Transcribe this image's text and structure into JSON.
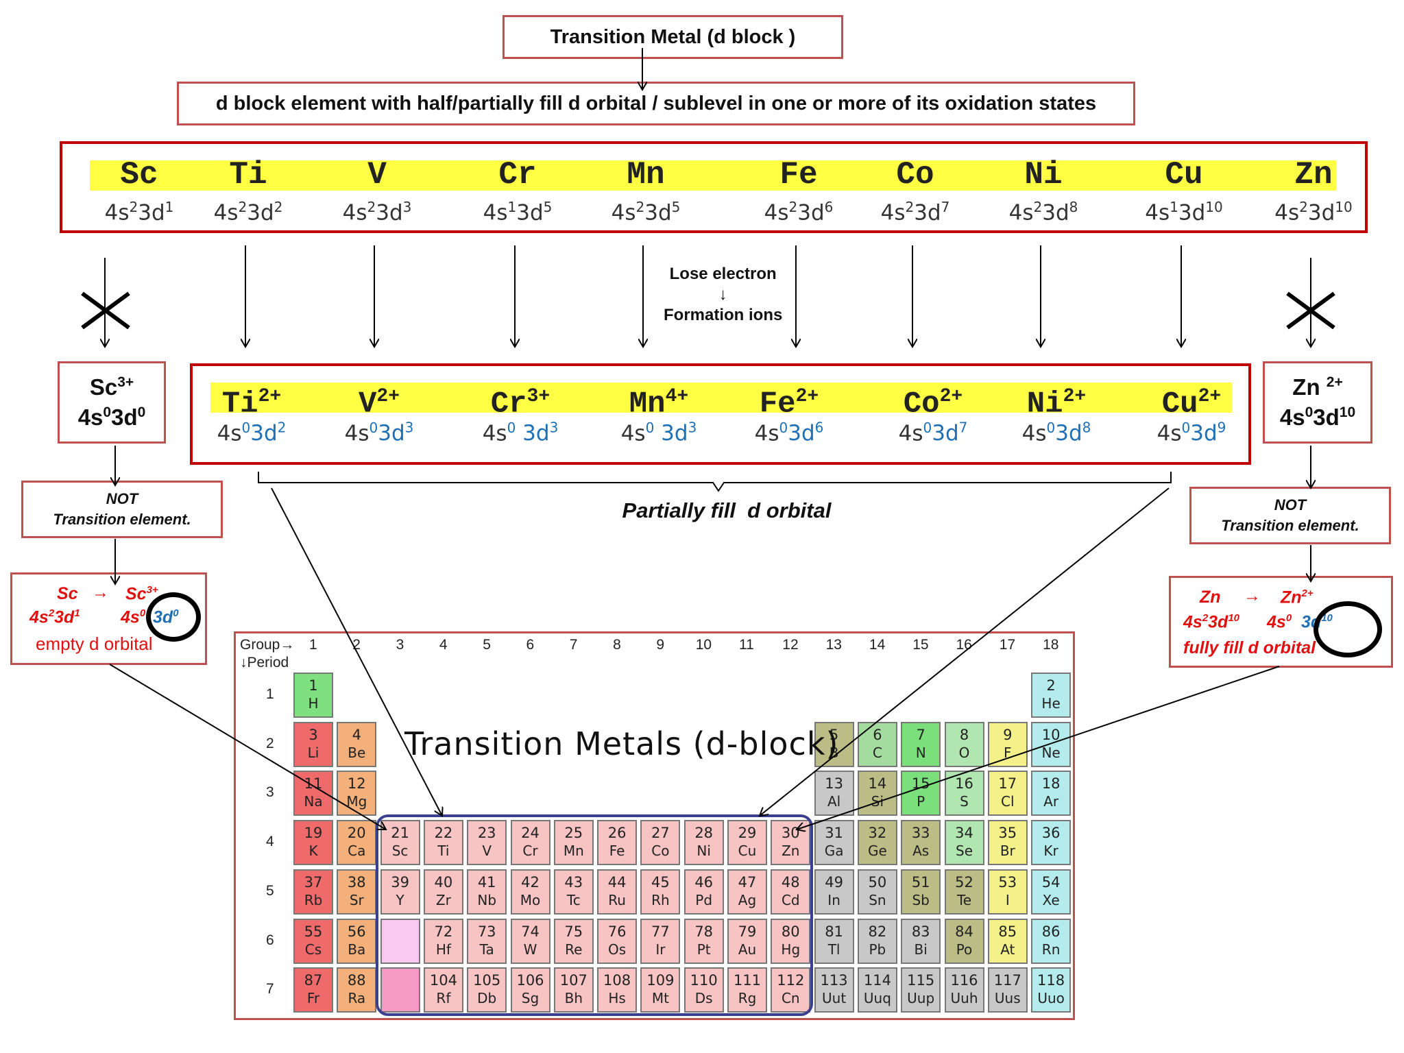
{
  "title": "Transition Metal (d block )",
  "definition": "d block element with half/partially fill d orbital / sublevel in one or more of its oxidation states",
  "metals": [
    {
      "symbol": "Sc",
      "config": "4s<sup>2</sup>3d<sup>1</sup>"
    },
    {
      "symbol": "Ti",
      "config": "4s<sup>2</sup>3d<sup>2</sup>"
    },
    {
      "symbol": "V",
      "config": "4s<sup>2</sup>3d<sup>3</sup>"
    },
    {
      "symbol": "Cr",
      "config": "4s<sup>1</sup>3d<sup>5</sup>"
    },
    {
      "symbol": "Mn",
      "config": "4s<sup>2</sup>3d<sup>5</sup>"
    },
    {
      "symbol": "Fe",
      "config": "4s<sup>2</sup>3d<sup>6</sup>"
    },
    {
      "symbol": "Co",
      "config": "4s<sup>2</sup>3d<sup>7</sup>"
    },
    {
      "symbol": "Ni",
      "config": "4s<sup>2</sup>3d<sup>8</sup>"
    },
    {
      "symbol": "Cu",
      "config": "4s<sup>1</sup>3d<sup>10</sup>"
    },
    {
      "symbol": "Zn",
      "config": "4s<sup>2</sup>3d<sup>10</sup>"
    }
  ],
  "lose_label_1": "Lose electron",
  "lose_label_arrow": "↓",
  "lose_label_2": "Formation ions",
  "ions": [
    {
      "symbol": "Ti",
      "charge": "2+",
      "config": "4s<sup>0</sup><span class='blue'>3d<sup>2</sup></span>"
    },
    {
      "symbol": "V",
      "charge": "2+",
      "config": "4s<sup>0</sup><span class='blue'>3d<sup>3</sup></span>"
    },
    {
      "symbol": "Cr",
      "charge": "3+",
      "config": "4s<sup>0</sup> <span class='blue'>3d<sup>3</sup></span>"
    },
    {
      "symbol": "Mn",
      "charge": "4+",
      "config": "4s<sup>0</sup> <span class='blue'>3d<sup>3</sup></span>"
    },
    {
      "symbol": "Fe",
      "charge": "2+",
      "config": "4s<sup>0</sup><span class='blue'>3d<sup>6</sup></span>"
    },
    {
      "symbol": "Co",
      "charge": "2+",
      "config": "4s<sup>0</sup><span class='blue'>3d<sup>7</sup></span>"
    },
    {
      "symbol": "Ni",
      "charge": "2+",
      "config": "4s<sup>0</sup><span class='blue'>3d<sup>8</sup></span>"
    },
    {
      "symbol": "Cu",
      "charge": "2+",
      "config": "4s<sup>0</sup><span class='blue'>3d<sup>9</sup></span>"
    }
  ],
  "sc_ion": {
    "symbol": "Sc",
    "charge": "3+",
    "config": "4s",
    "s_exp": "0",
    "d": "3d",
    "d_exp": "0"
  },
  "zn_ion": {
    "symbol": "Zn ",
    "charge": "2+",
    "config": "4s",
    "s_exp": "0",
    "d": "3d",
    "d_exp": "10"
  },
  "partial_label": "Partially fill  d orbital",
  "not_label_1": "NOT",
  "not_label_2": "Transition element.",
  "sc_eq": {
    "line1_left": "Sc",
    "arrow": "→",
    "line1_right": "Sc",
    "line1_right_sup": "3+",
    "line2_left": "4s<sup>2</sup>3d<sup>1</sup>",
    "line2_mid": "4s<sup>0</sup>",
    "line2_blue": "3d<sup>0</sup>",
    "caption": "empty d orbital"
  },
  "zn_eq": {
    "line1_left": "Zn",
    "arrow": "→",
    "line1_right": "Zn",
    "line1_right_sup": "2+",
    "line2_left": "4s<sup>2</sup>3d<sup>10</sup>",
    "line2_mid": "4s<sup>0</sup>",
    "line2_blue": "3d<sup>10</sup>",
    "caption": "fully fill d orbital"
  },
  "periodic_table": {
    "group_label": "Group→",
    "period_label": "↓Period",
    "groups": [
      "1",
      "2",
      "3",
      "4",
      "5",
      "6",
      "7",
      "8",
      "9",
      "10",
      "11",
      "12",
      "13",
      "14",
      "15",
      "16",
      "17",
      "18"
    ],
    "periods": [
      "1",
      "2",
      "3",
      "4",
      "5",
      "6",
      "7"
    ],
    "title": "Transition Metals (d-block)",
    "colors": {
      "h": "#7fe07f",
      "alkali": "#ef6b6b",
      "alkaline": "#f4b07a",
      "transition": "#f7c3c3",
      "boron": "#bcbc87",
      "carbon": "#a4dca0",
      "pnictogen": "#7be07b",
      "chalcogen": "#b1e6b0",
      "halogen": "#f5f18a",
      "noble": "#b4ecee",
      "post": "#c8c8c8",
      "lanth": "#f9c8f3",
      "act": "#f59ac4"
    },
    "elements": [
      {
        "n": "1",
        "s": "H",
        "g": 1,
        "p": 1,
        "c": "h"
      },
      {
        "n": "2",
        "s": "He",
        "g": 18,
        "p": 1,
        "c": "noble"
      },
      {
        "n": "3",
        "s": "Li",
        "g": 1,
        "p": 2,
        "c": "alkali"
      },
      {
        "n": "4",
        "s": "Be",
        "g": 2,
        "p": 2,
        "c": "alkaline"
      },
      {
        "n": "5",
        "s": "B",
        "g": 13,
        "p": 2,
        "c": "boron"
      },
      {
        "n": "6",
        "s": "C",
        "g": 14,
        "p": 2,
        "c": "carbon"
      },
      {
        "n": "7",
        "s": "N",
        "g": 15,
        "p": 2,
        "c": "pnictogen"
      },
      {
        "n": "8",
        "s": "O",
        "g": 16,
        "p": 2,
        "c": "chalcogen"
      },
      {
        "n": "9",
        "s": "F",
        "g": 17,
        "p": 2,
        "c": "halogen"
      },
      {
        "n": "10",
        "s": "Ne",
        "g": 18,
        "p": 2,
        "c": "noble"
      },
      {
        "n": "11",
        "s": "Na",
        "g": 1,
        "p": 3,
        "c": "alkali"
      },
      {
        "n": "12",
        "s": "Mg",
        "g": 2,
        "p": 3,
        "c": "alkaline"
      },
      {
        "n": "13",
        "s": "Al",
        "g": 13,
        "p": 3,
        "c": "post"
      },
      {
        "n": "14",
        "s": "Si",
        "g": 14,
        "p": 3,
        "c": "boron"
      },
      {
        "n": "15",
        "s": "P",
        "g": 15,
        "p": 3,
        "c": "pnictogen"
      },
      {
        "n": "16",
        "s": "S",
        "g": 16,
        "p": 3,
        "c": "chalcogen"
      },
      {
        "n": "17",
        "s": "Cl",
        "g": 17,
        "p": 3,
        "c": "halogen"
      },
      {
        "n": "18",
        "s": "Ar",
        "g": 18,
        "p": 3,
        "c": "noble"
      },
      {
        "n": "19",
        "s": "K",
        "g": 1,
        "p": 4,
        "c": "alkali"
      },
      {
        "n": "20",
        "s": "Ca",
        "g": 2,
        "p": 4,
        "c": "alkaline"
      },
      {
        "n": "21",
        "s": "Sc",
        "g": 3,
        "p": 4,
        "c": "transition"
      },
      {
        "n": "22",
        "s": "Ti",
        "g": 4,
        "p": 4,
        "c": "transition"
      },
      {
        "n": "23",
        "s": "V",
        "g": 5,
        "p": 4,
        "c": "transition"
      },
      {
        "n": "24",
        "s": "Cr",
        "g": 6,
        "p": 4,
        "c": "transition"
      },
      {
        "n": "25",
        "s": "Mn",
        "g": 7,
        "p": 4,
        "c": "transition"
      },
      {
        "n": "26",
        "s": "Fe",
        "g": 8,
        "p": 4,
        "c": "transition"
      },
      {
        "n": "27",
        "s": "Co",
        "g": 9,
        "p": 4,
        "c": "transition"
      },
      {
        "n": "28",
        "s": "Ni",
        "g": 10,
        "p": 4,
        "c": "transition"
      },
      {
        "n": "29",
        "s": "Cu",
        "g": 11,
        "p": 4,
        "c": "transition"
      },
      {
        "n": "30",
        "s": "Zn",
        "g": 12,
        "p": 4,
        "c": "transition"
      },
      {
        "n": "31",
        "s": "Ga",
        "g": 13,
        "p": 4,
        "c": "post"
      },
      {
        "n": "32",
        "s": "Ge",
        "g": 14,
        "p": 4,
        "c": "boron"
      },
      {
        "n": "33",
        "s": "As",
        "g": 15,
        "p": 4,
        "c": "boron"
      },
      {
        "n": "34",
        "s": "Se",
        "g": 16,
        "p": 4,
        "c": "chalcogen"
      },
      {
        "n": "35",
        "s": "Br",
        "g": 17,
        "p": 4,
        "c": "halogen"
      },
      {
        "n": "36",
        "s": "Kr",
        "g": 18,
        "p": 4,
        "c": "noble"
      },
      {
        "n": "37",
        "s": "Rb",
        "g": 1,
        "p": 5,
        "c": "alkali"
      },
      {
        "n": "38",
        "s": "Sr",
        "g": 2,
        "p": 5,
        "c": "alkaline"
      },
      {
        "n": "39",
        "s": "Y",
        "g": 3,
        "p": 5,
        "c": "transition"
      },
      {
        "n": "40",
        "s": "Zr",
        "g": 4,
        "p": 5,
        "c": "transition"
      },
      {
        "n": "41",
        "s": "Nb",
        "g": 5,
        "p": 5,
        "c": "transition"
      },
      {
        "n": "42",
        "s": "Mo",
        "g": 6,
        "p": 5,
        "c": "transition"
      },
      {
        "n": "43",
        "s": "Tc",
        "g": 7,
        "p": 5,
        "c": "transition"
      },
      {
        "n": "44",
        "s": "Ru",
        "g": 8,
        "p": 5,
        "c": "transition"
      },
      {
        "n": "45",
        "s": "Rh",
        "g": 9,
        "p": 5,
        "c": "transition"
      },
      {
        "n": "46",
        "s": "Pd",
        "g": 10,
        "p": 5,
        "c": "transition"
      },
      {
        "n": "47",
        "s": "Ag",
        "g": 11,
        "p": 5,
        "c": "transition"
      },
      {
        "n": "48",
        "s": "Cd",
        "g": 12,
        "p": 5,
        "c": "transition"
      },
      {
        "n": "49",
        "s": "In",
        "g": 13,
        "p": 5,
        "c": "post"
      },
      {
        "n": "50",
        "s": "Sn",
        "g": 14,
        "p": 5,
        "c": "post"
      },
      {
        "n": "51",
        "s": "Sb",
        "g": 15,
        "p": 5,
        "c": "boron"
      },
      {
        "n": "52",
        "s": "Te",
        "g": 16,
        "p": 5,
        "c": "boron"
      },
      {
        "n": "53",
        "s": "I",
        "g": 17,
        "p": 5,
        "c": "halogen"
      },
      {
        "n": "54",
        "s": "Xe",
        "g": 18,
        "p": 5,
        "c": "noble"
      },
      {
        "n": "55",
        "s": "Cs",
        "g": 1,
        "p": 6,
        "c": "alkali"
      },
      {
        "n": "56",
        "s": "Ba",
        "g": 2,
        "p": 6,
        "c": "alkaline"
      },
      {
        "n": "",
        "s": "",
        "g": 3,
        "p": 6,
        "c": "lanth"
      },
      {
        "n": "72",
        "s": "Hf",
        "g": 4,
        "p": 6,
        "c": "transition"
      },
      {
        "n": "73",
        "s": "Ta",
        "g": 5,
        "p": 6,
        "c": "transition"
      },
      {
        "n": "74",
        "s": "W",
        "g": 6,
        "p": 6,
        "c": "transition"
      },
      {
        "n": "75",
        "s": "Re",
        "g": 7,
        "p": 6,
        "c": "transition"
      },
      {
        "n": "76",
        "s": "Os",
        "g": 8,
        "p": 6,
        "c": "transition"
      },
      {
        "n": "77",
        "s": "Ir",
        "g": 9,
        "p": 6,
        "c": "transition"
      },
      {
        "n": "78",
        "s": "Pt",
        "g": 10,
        "p": 6,
        "c": "transition"
      },
      {
        "n": "79",
        "s": "Au",
        "g": 11,
        "p": 6,
        "c": "transition"
      },
      {
        "n": "80",
        "s": "Hg",
        "g": 12,
        "p": 6,
        "c": "transition"
      },
      {
        "n": "81",
        "s": "Tl",
        "g": 13,
        "p": 6,
        "c": "post"
      },
      {
        "n": "82",
        "s": "Pb",
        "g": 14,
        "p": 6,
        "c": "post"
      },
      {
        "n": "83",
        "s": "Bi",
        "g": 15,
        "p": 6,
        "c": "post"
      },
      {
        "n": "84",
        "s": "Po",
        "g": 16,
        "p": 6,
        "c": "boron"
      },
      {
        "n": "85",
        "s": "At",
        "g": 17,
        "p": 6,
        "c": "halogen"
      },
      {
        "n": "86",
        "s": "Rn",
        "g": 18,
        "p": 6,
        "c": "noble"
      },
      {
        "n": "87",
        "s": "Fr",
        "g": 1,
        "p": 7,
        "c": "alkali"
      },
      {
        "n": "88",
        "s": "Ra",
        "g": 2,
        "p": 7,
        "c": "alkaline"
      },
      {
        "n": "",
        "s": "",
        "g": 3,
        "p": 7,
        "c": "act"
      },
      {
        "n": "104",
        "s": "Rf",
        "g": 4,
        "p": 7,
        "c": "transition"
      },
      {
        "n": "105",
        "s": "Db",
        "g": 5,
        "p": 7,
        "c": "transition"
      },
      {
        "n": "106",
        "s": "Sg",
        "g": 6,
        "p": 7,
        "c": "transition"
      },
      {
        "n": "107",
        "s": "Bh",
        "g": 7,
        "p": 7,
        "c": "transition"
      },
      {
        "n": "108",
        "s": "Hs",
        "g": 8,
        "p": 7,
        "c": "transition"
      },
      {
        "n": "109",
        "s": "Mt",
        "g": 9,
        "p": 7,
        "c": "transition"
      },
      {
        "n": "110",
        "s": "Ds",
        "g": 10,
        "p": 7,
        "c": "transition"
      },
      {
        "n": "111",
        "s": "Rg",
        "g": 11,
        "p": 7,
        "c": "transition"
      },
      {
        "n": "112",
        "s": "Cn",
        "g": 12,
        "p": 7,
        "c": "transition"
      },
      {
        "n": "113",
        "s": "Uut",
        "g": 13,
        "p": 7,
        "c": "post"
      },
      {
        "n": "114",
        "s": "Uuq",
        "g": 14,
        "p": 7,
        "c": "post"
      },
      {
        "n": "115",
        "s": "Uup",
        "g": 15,
        "p": 7,
        "c": "post"
      },
      {
        "n": "116",
        "s": "Uuh",
        "g": 16,
        "p": 7,
        "c": "post"
      },
      {
        "n": "117",
        "s": "Uus",
        "g": 17,
        "p": 7,
        "c": "post"
      },
      {
        "n": "118",
        "s": "Uuo",
        "g": 18,
        "p": 7,
        "c": "noble"
      }
    ]
  }
}
